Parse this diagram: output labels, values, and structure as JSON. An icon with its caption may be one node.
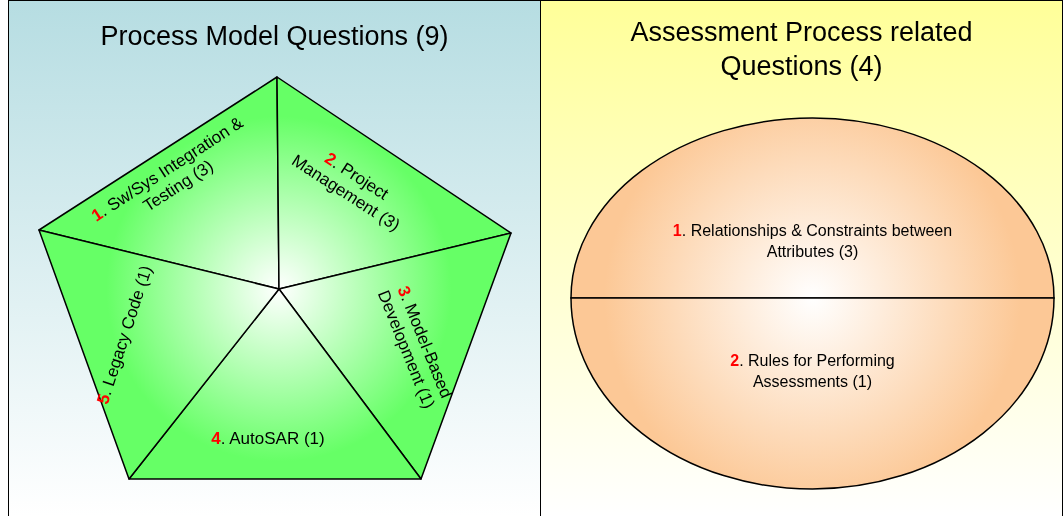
{
  "diagram": {
    "nodes": [
      {
        "text": [
          "Process Model Questions (9)"
        ]
      },
      {
        "text": [
          "**1**. Sw/Sys Integration & Testing (3)"
        ],
        "in": 0
      },
      {
        "text": [
          "**2**. Project Management (3)"
        ],
        "in": 0
      },
      {
        "text": [
          "**3**. Model-Based Development (1)"
        ],
        "in": 0
      },
      {
        "text": [
          "**4**. AutoSAR (1)"
        ],
        "in": 0
      },
      {
        "text": [
          "**5**. Legacy Code (1)"
        ],
        "in": 0
      },
      {
        "text": [
          "Assessment Process related Questions (4)"
        ]
      },
      {
        "text": [
          "**1**. Relationships & Constraints between Attributes (3)"
        ],
        "in": 6
      },
      {
        "text": [
          "**2**. Rules for Performing Assessments (1)"
        ],
        "in": 6
      }
    ]
  }
}
